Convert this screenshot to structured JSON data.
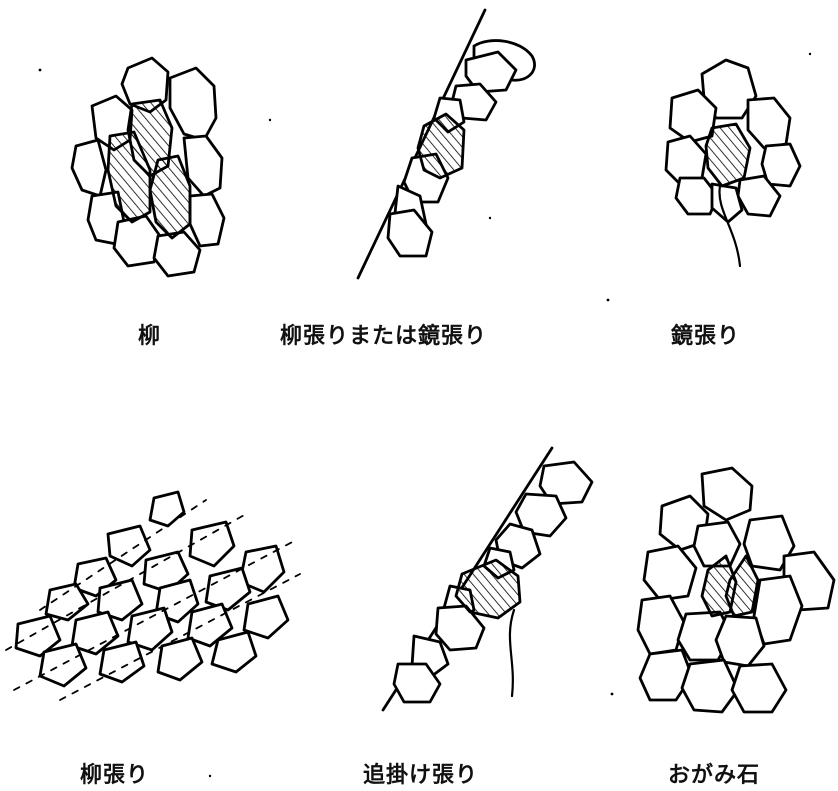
{
  "labels": {
    "yanagi": "柳",
    "yanagi_or_kagami": "柳張りまたは鏡張り",
    "kagami": "鏡張り",
    "yanagibari": "柳張り",
    "oikake": "追掛け張り",
    "ogamiishi": "おがみ石"
  }
}
